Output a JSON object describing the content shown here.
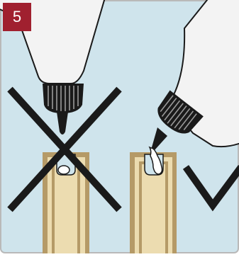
{
  "panel": {
    "step_number": "5",
    "colors": {
      "background": "#cfe4ec",
      "frame": "#b9b9b9",
      "badge": "#a0202f",
      "wood_light": "#ecdcb0",
      "wood_dark": "#b59a67",
      "bottle": "#f3f3f3",
      "outline": "#1a1a1a"
    }
  },
  "illustration": {
    "left_example": {
      "glue_bottle": "glue-bottle-vertical",
      "workpiece": "wood-strip-with-slot",
      "mark": "cross-mark"
    },
    "right_example": {
      "glue_bottle": "glue-bottle-tilted",
      "workpiece": "wood-strip-with-slot",
      "mark": "check-mark"
    }
  }
}
